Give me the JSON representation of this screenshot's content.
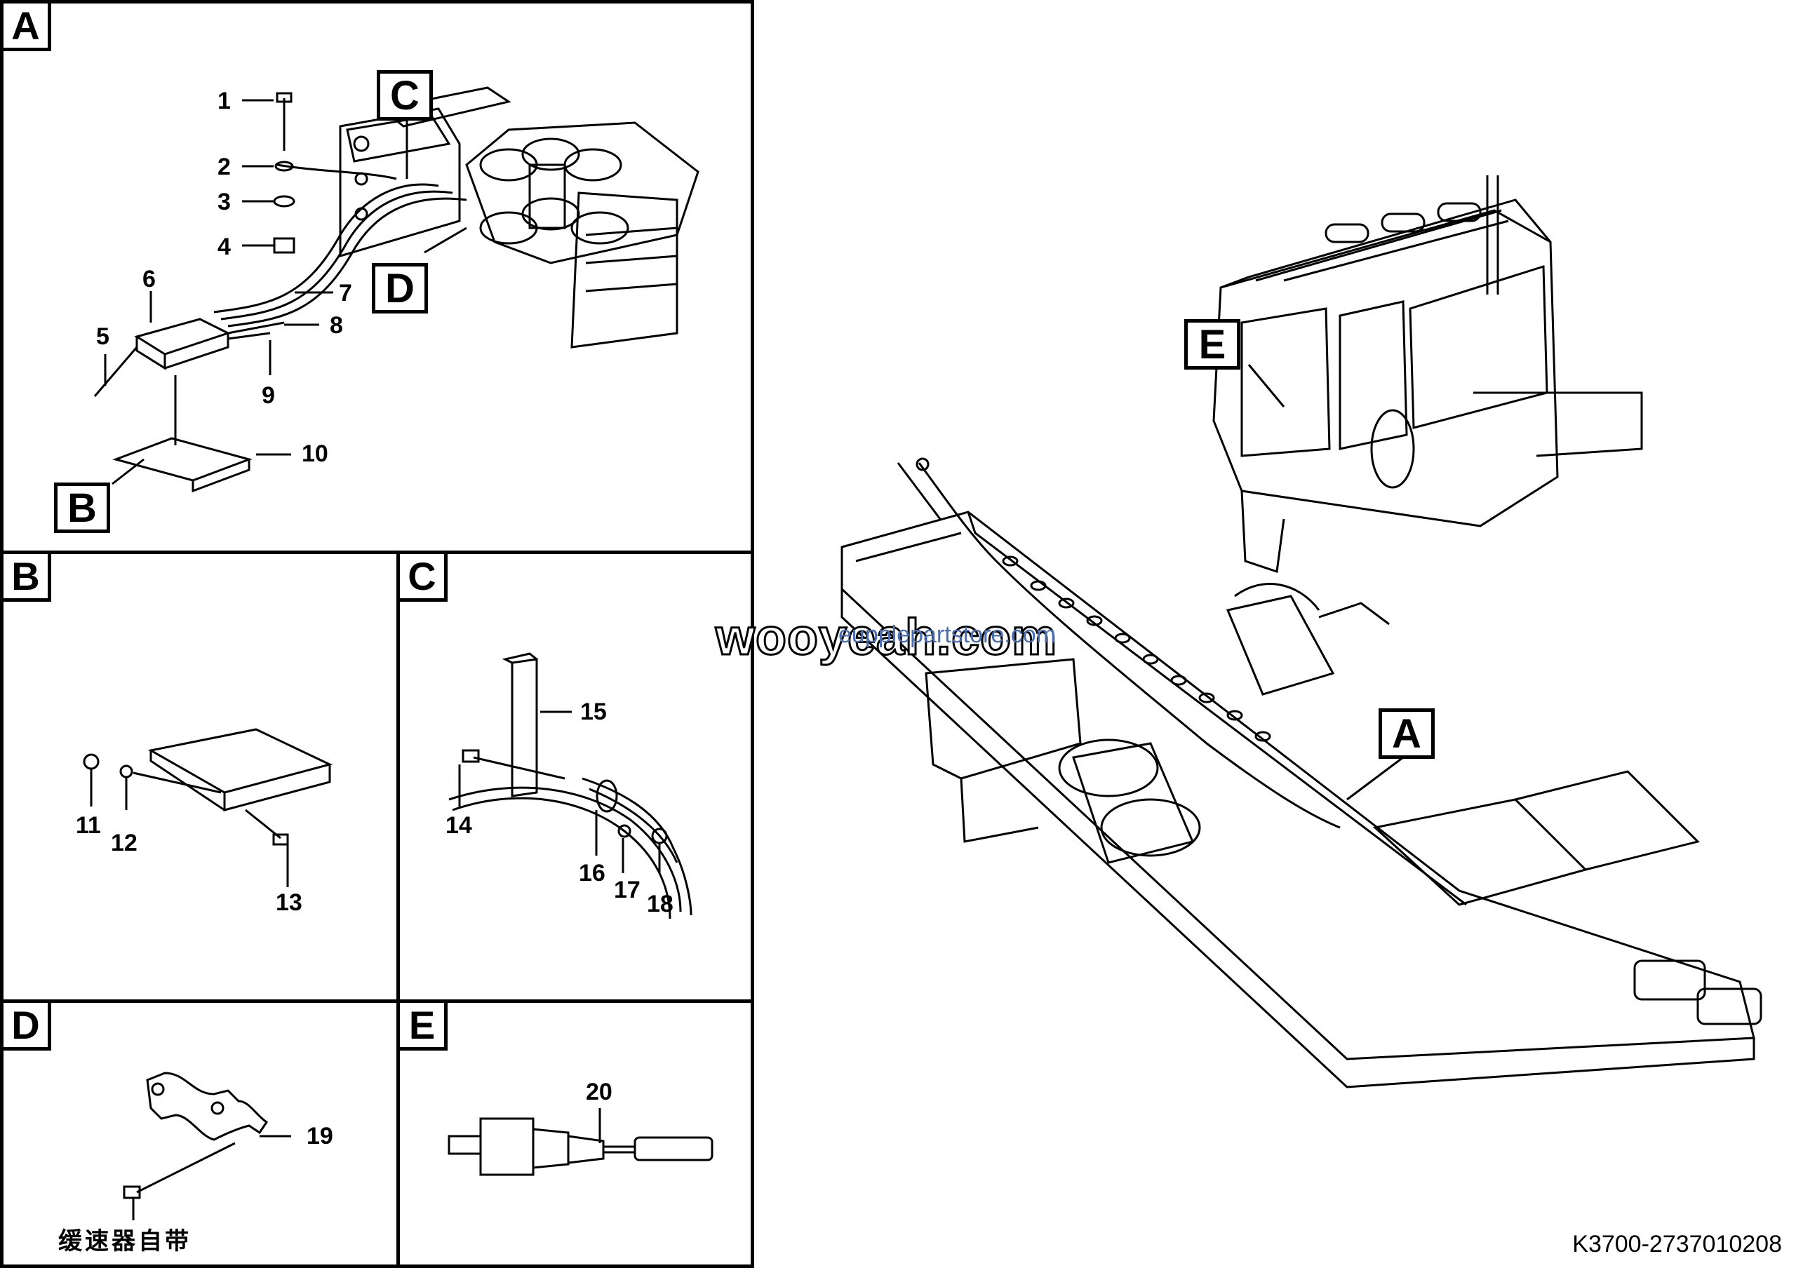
{
  "panels": {
    "a": {
      "tag": "A"
    },
    "b": {
      "tag": "B"
    },
    "c": {
      "tag": "C"
    },
    "d": {
      "tag": "D"
    },
    "e": {
      "tag": "E"
    }
  },
  "callouts": {
    "a_c": "C",
    "a_d": "D",
    "a_b": "B",
    "main_e": "E",
    "main_a": "A"
  },
  "parts": [
    "1",
    "2",
    "3",
    "4",
    "5",
    "6",
    "7",
    "8",
    "9",
    "10",
    "11",
    "12",
    "13",
    "14",
    "15",
    "16",
    "17",
    "18",
    "19",
    "20"
  ],
  "note_d": "缓速器自带",
  "watermark": "wooyeah.com",
  "watermark_sub": "eupplepartstore.com",
  "doc_id": "K3700-2737010208"
}
